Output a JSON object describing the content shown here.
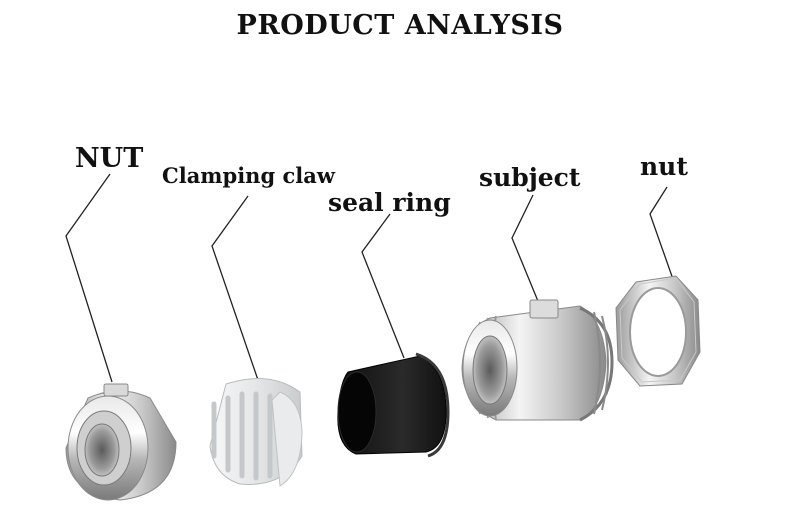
{
  "title": "PRODUCT ANALYSIS",
  "labels": {
    "nut_big": "NUT",
    "clamping_claw": "Clamping claw",
    "seal_ring": "seal ring",
    "subject": "subject",
    "nut_small": "nut"
  },
  "colors": {
    "metal_light": "#f2f2f2",
    "metal_mid": "#bdbdbd",
    "metal_dark": "#6e6e6e",
    "plastic": "#e6e8e9",
    "rubber": "#1a1a1a",
    "leader_line": "#222222"
  }
}
